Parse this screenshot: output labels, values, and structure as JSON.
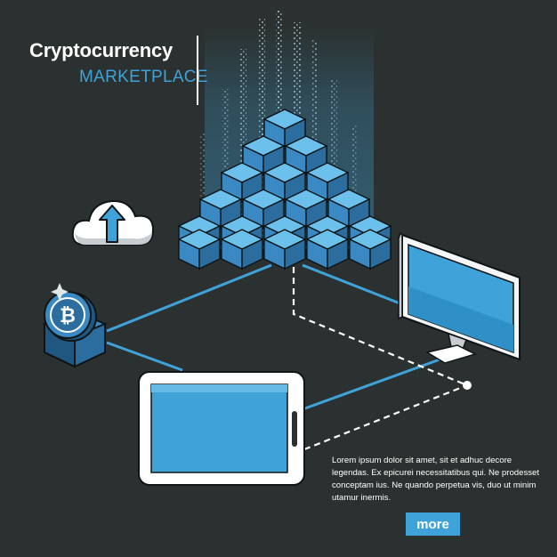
{
  "header": {
    "title": "Cryptocurrency",
    "subtitle": "MARKETPLACE"
  },
  "content": {
    "paragraph": "Lorem ipsum dolor sit amet, sit et adhuc decore legendas. Ex epicurei necessitatibus qui. Ne prodesset conceptam ius. Ne quando  perpetua vis, duo ut minim utamur inermis.",
    "more_label": "more"
  },
  "icons": {
    "coin_symbol": "₿",
    "cloud": "cloud-upload-icon",
    "coin": "bitcoin-coin-icon",
    "blocks": "blockchain-cubes",
    "monitor": "desktop-monitor-icon",
    "tablet": "tablet-device-icon"
  },
  "colors": {
    "background": "#2b3130",
    "accent": "#3fa3d9",
    "cube_front": "#3b89c2",
    "cube_top": "#6cc0ec",
    "cube_side": "#2a6d9e",
    "outline": "#0f1416",
    "white": "#ffffff"
  }
}
